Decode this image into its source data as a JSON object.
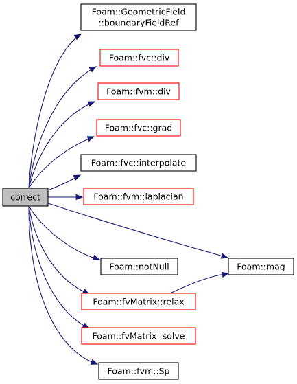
{
  "graph": {
    "root": {
      "label": "correct",
      "fill_color": "#bfbfbf",
      "border_color": "#000000"
    },
    "nodes": [
      {
        "id": "boundary",
        "lines": [
          "Foam::GeometricField",
          "::boundaryFieldRef"
        ],
        "border_color": "#000000",
        "interactable": true
      },
      {
        "id": "fvc-div",
        "lines": [
          "Foam::fvc::div"
        ],
        "border_color": "#ff0000",
        "interactable": true
      },
      {
        "id": "fvm-div",
        "lines": [
          "Foam::fvm::div"
        ],
        "border_color": "#ff0000",
        "interactable": true
      },
      {
        "id": "fvc-grad",
        "lines": [
          "Foam::fvc::grad"
        ],
        "border_color": "#ff0000",
        "interactable": true
      },
      {
        "id": "fvc-interpolate",
        "lines": [
          "Foam::fvc::interpolate"
        ],
        "border_color": "#000000",
        "interactable": true
      },
      {
        "id": "fvm-laplacian",
        "lines": [
          "Foam::fvm::laplacian"
        ],
        "border_color": "#ff0000",
        "interactable": true
      },
      {
        "id": "notnull",
        "lines": [
          "Foam::notNull"
        ],
        "border_color": "#000000",
        "interactable": true
      },
      {
        "id": "mag",
        "lines": [
          "Foam::mag"
        ],
        "border_color": "#000000",
        "interactable": true
      },
      {
        "id": "relax",
        "lines": [
          "Foam::fvMatrix::relax"
        ],
        "border_color": "#ff0000",
        "interactable": true
      },
      {
        "id": "solve",
        "lines": [
          "Foam::fvMatrix::solve"
        ],
        "border_color": "#ff0000",
        "interactable": true
      },
      {
        "id": "sp",
        "lines": [
          "Foam::fvm::Sp"
        ],
        "border_color": "#000000",
        "interactable": true
      }
    ],
    "edges": [
      {
        "from": "correct",
        "to": "boundary"
      },
      {
        "from": "correct",
        "to": "fvc-div"
      },
      {
        "from": "correct",
        "to": "fvm-div"
      },
      {
        "from": "correct",
        "to": "fvc-grad"
      },
      {
        "from": "correct",
        "to": "fvc-interpolate"
      },
      {
        "from": "correct",
        "to": "fvm-laplacian"
      },
      {
        "from": "correct",
        "to": "mag"
      },
      {
        "from": "correct",
        "to": "notnull"
      },
      {
        "from": "correct",
        "to": "relax"
      },
      {
        "from": "correct",
        "to": "solve"
      },
      {
        "from": "correct",
        "to": "sp"
      },
      {
        "from": "relax",
        "to": "mag"
      }
    ],
    "edge_color": "#191970"
  }
}
